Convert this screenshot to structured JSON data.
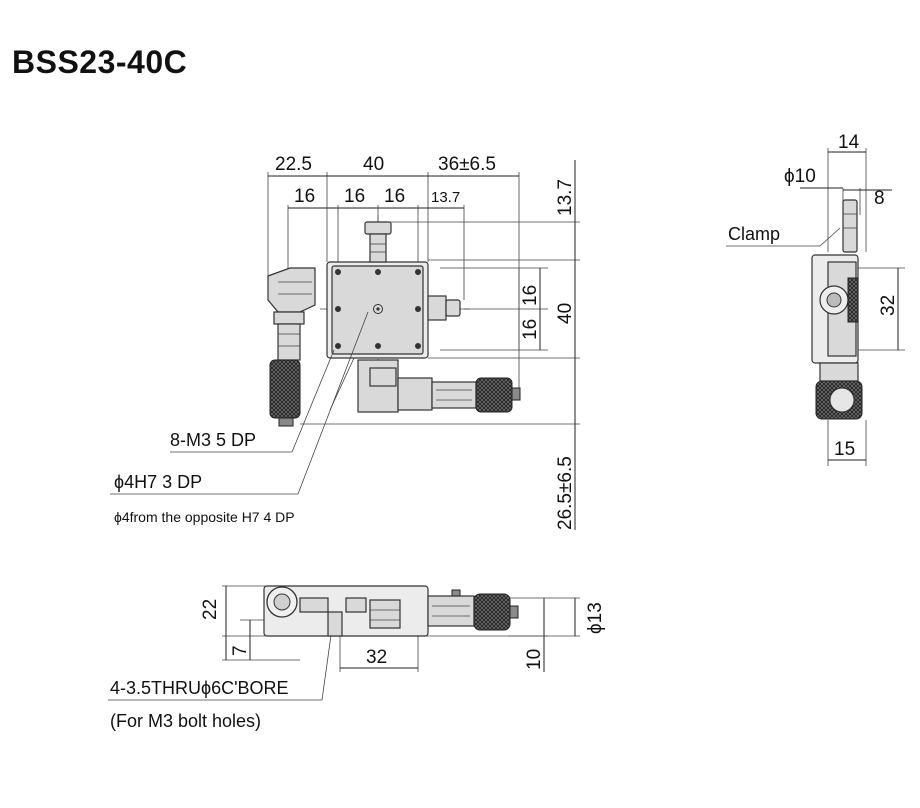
{
  "title": "BSS23-40C",
  "top_view": {
    "dims_top": [
      "22.5",
      "40",
      "36±6.5"
    ],
    "dims_second": [
      "16",
      "16",
      "16",
      "13.7"
    ],
    "dims_right": [
      "13.7",
      "16",
      "16",
      "40",
      "26.5±6.5"
    ]
  },
  "side_view": {
    "dims": [
      "14",
      "ϕ10",
      "8",
      "32",
      "15"
    ],
    "clamp_label": "Clamp"
  },
  "front_view": {
    "dims": [
      "22",
      "7",
      "32",
      "10",
      "ϕ13"
    ]
  },
  "notes": {
    "tapped": "8-M3 5 DP",
    "pin_hole": "ϕ4H7 3 DP",
    "opposite": "ϕ4from the opposite H7 4 DP",
    "thru_hole": "4-3.5THRUϕ6C'BORE",
    "bolt_note": "(For M3 bolt holes)"
  },
  "colors": {
    "line": "#222222",
    "part_fill": "#d9d9d9",
    "knurl": "#555555"
  }
}
